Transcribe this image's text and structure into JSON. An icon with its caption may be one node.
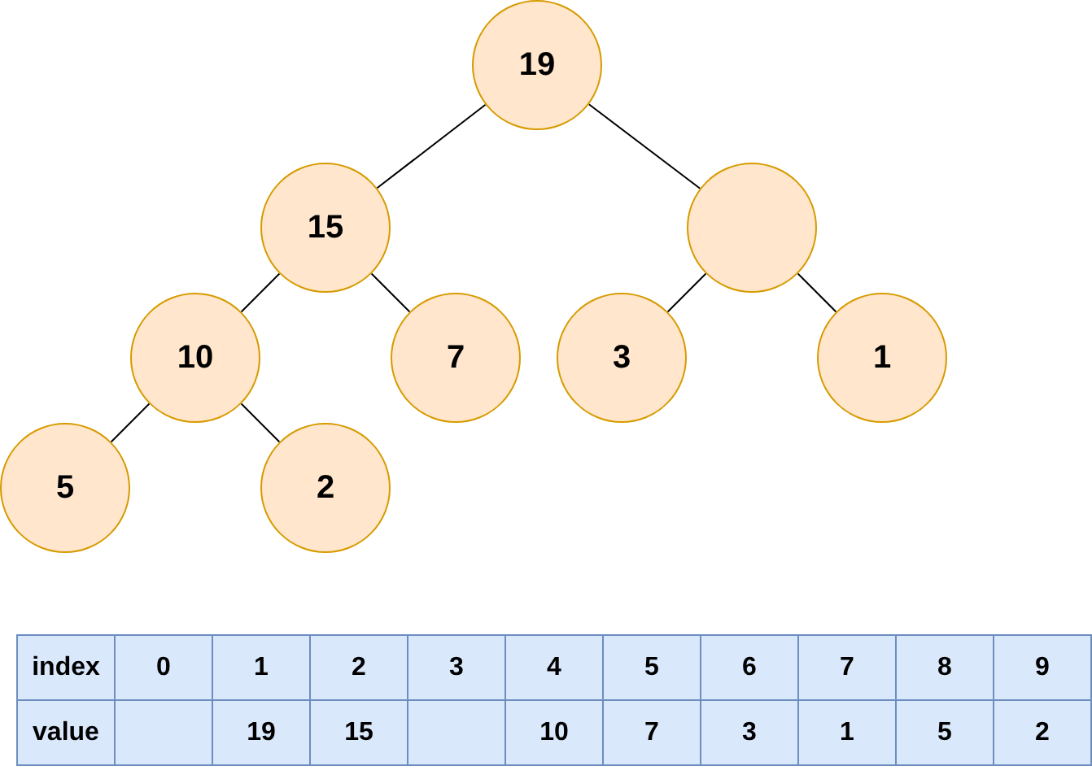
{
  "diagram": {
    "nodes": [
      {
        "text": [
          "19"
        ]
      },
      {
        "text": [
          "15"
        ]
      },
      {
        "text": [],
        "shape": "circle"
      },
      {
        "text": [
          "10"
        ]
      },
      {
        "text": [
          "7"
        ]
      },
      {
        "text": [
          "3"
        ]
      },
      {
        "text": [
          "1"
        ]
      },
      {
        "text": [
          "5"
        ]
      },
      {
        "text": [
          "2"
        ]
      }
    ],
    "edges": [
      {
        "from": 0,
        "to": 1,
        "arrow": "none"
      },
      {
        "from": 0,
        "to": 2,
        "arrow": "none"
      },
      {
        "from": 1,
        "to": 3,
        "arrow": "none"
      },
      {
        "from": 1,
        "to": 4,
        "arrow": "none"
      },
      {
        "from": 2,
        "to": 5,
        "arrow": "none"
      },
      {
        "from": 2,
        "to": 6,
        "arrow": "none"
      },
      {
        "from": 3,
        "to": 7,
        "arrow": "none"
      },
      {
        "from": 3,
        "to": 8,
        "arrow": "none"
      }
    ],
    "labels": [
      "index",
      "0",
      "1",
      "2",
      "3",
      "4",
      "5",
      "6",
      "7",
      "8",
      "9",
      "value",
      "19",
      "15",
      "10",
      "7",
      "3",
      "1",
      "5",
      "2"
    ]
  }
}
